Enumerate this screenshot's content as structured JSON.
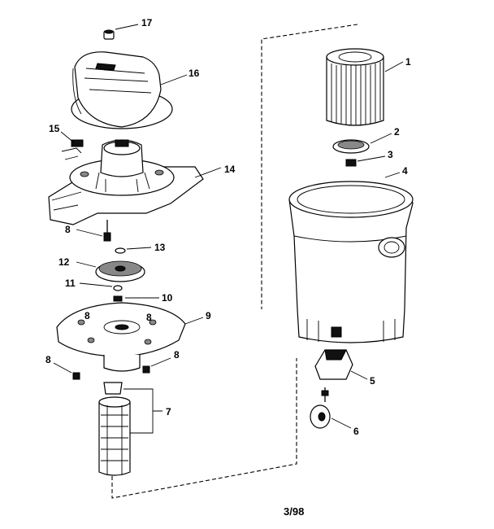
{
  "diagram": {
    "footer_code": "3/98",
    "parts": [
      {
        "id": "p1",
        "label": "1"
      },
      {
        "id": "p2",
        "label": "2"
      },
      {
        "id": "p3",
        "label": "3"
      },
      {
        "id": "p4",
        "label": "4"
      },
      {
        "id": "p5",
        "label": "5"
      },
      {
        "id": "p6",
        "label": "6"
      },
      {
        "id": "p7",
        "label": "7"
      },
      {
        "id": "p8a",
        "label": "8"
      },
      {
        "id": "p8b",
        "label": "8"
      },
      {
        "id": "p8c",
        "label": "8"
      },
      {
        "id": "p8d",
        "label": "8"
      },
      {
        "id": "p8e",
        "label": "8"
      },
      {
        "id": "p9",
        "label": "9"
      },
      {
        "id": "p10",
        "label": "10"
      },
      {
        "id": "p11",
        "label": "11"
      },
      {
        "id": "p12",
        "label": "12"
      },
      {
        "id": "p13",
        "label": "13"
      },
      {
        "id": "p14",
        "label": "14"
      },
      {
        "id": "p15",
        "label": "15"
      },
      {
        "id": "p16",
        "label": "16"
      },
      {
        "id": "p17",
        "label": "17"
      }
    ]
  }
}
